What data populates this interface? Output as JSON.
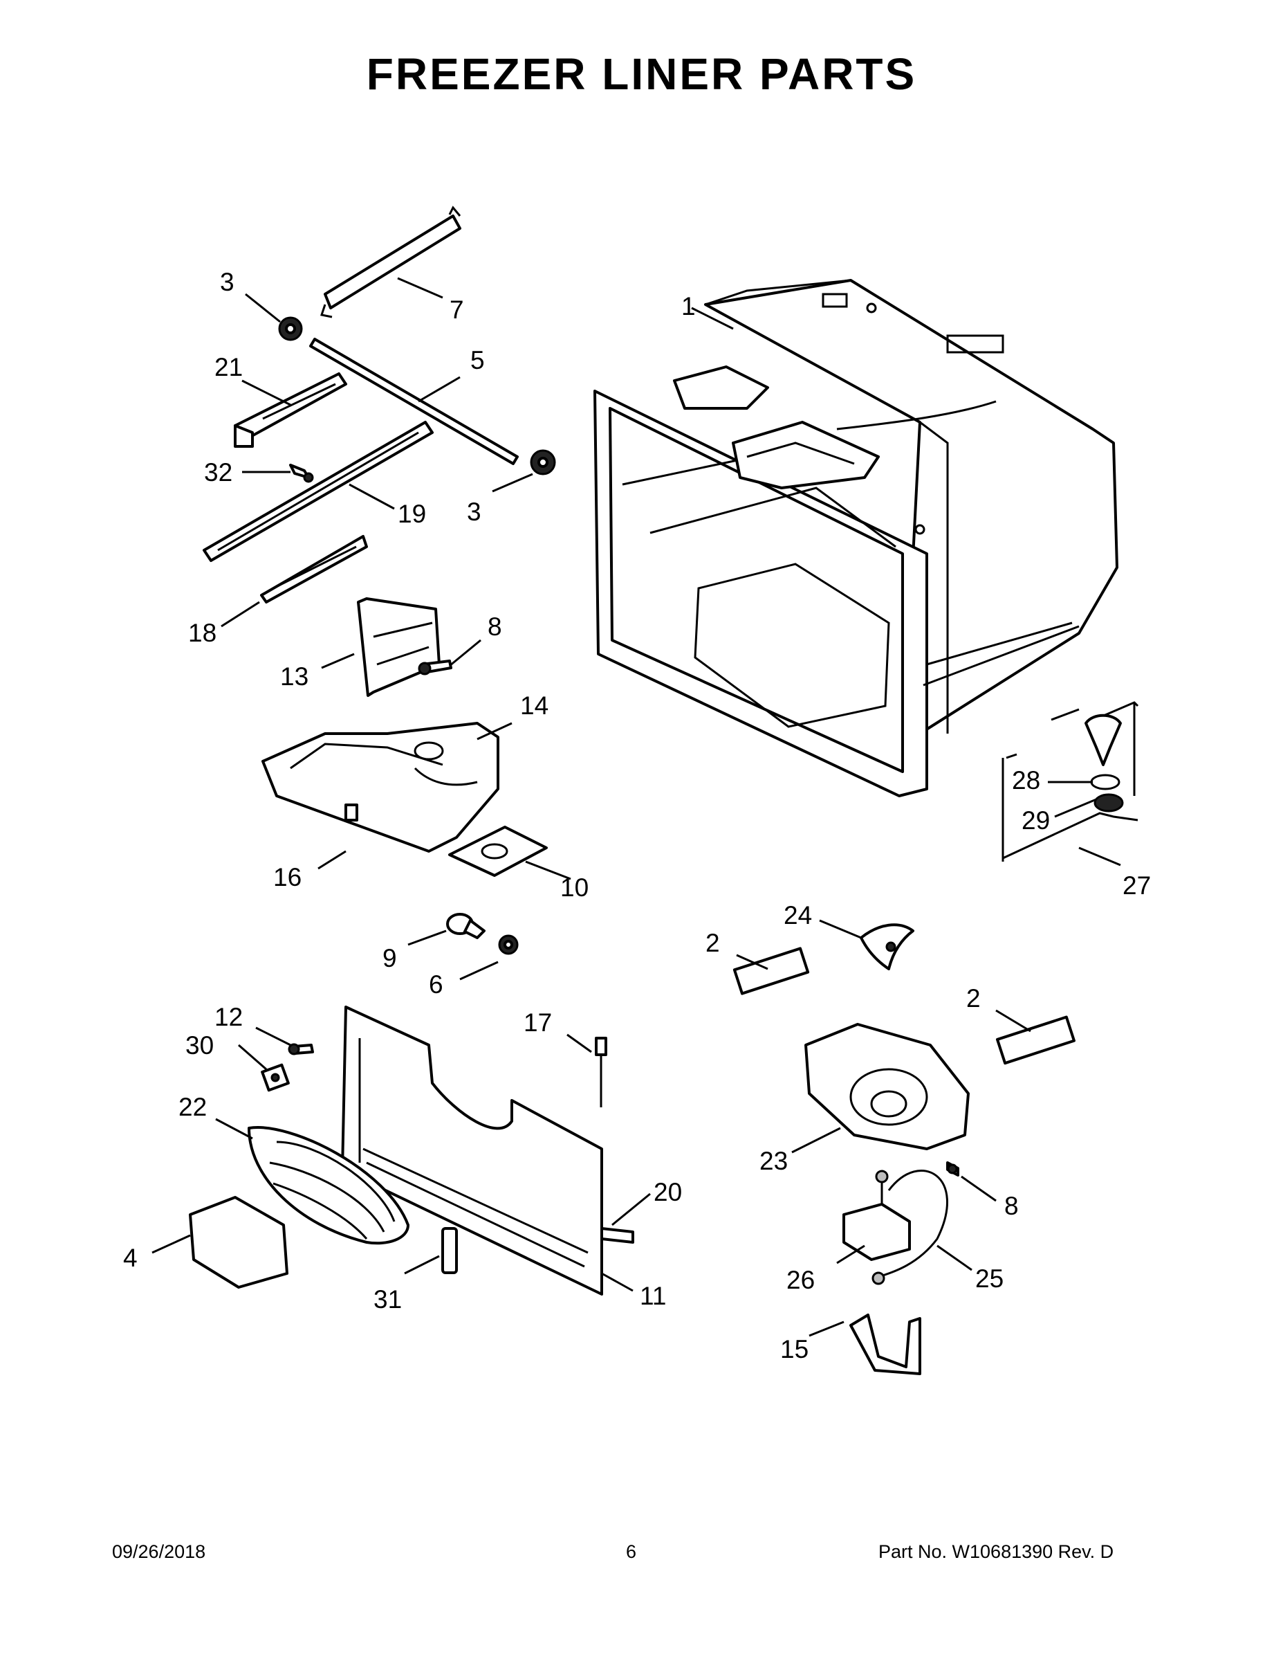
{
  "title": "FREEZER LINER PARTS",
  "callouts": [
    {
      "id": "c1",
      "label": "1"
    },
    {
      "id": "c2a",
      "label": "2"
    },
    {
      "id": "c2b",
      "label": "2"
    },
    {
      "id": "c3a",
      "label": "3"
    },
    {
      "id": "c3b",
      "label": "3"
    },
    {
      "id": "c4",
      "label": "4"
    },
    {
      "id": "c5",
      "label": "5"
    },
    {
      "id": "c6",
      "label": "6"
    },
    {
      "id": "c7",
      "label": "7"
    },
    {
      "id": "c8a",
      "label": "8"
    },
    {
      "id": "c8b",
      "label": "8"
    },
    {
      "id": "c9",
      "label": "9"
    },
    {
      "id": "c10",
      "label": "10"
    },
    {
      "id": "c11",
      "label": "11"
    },
    {
      "id": "c12",
      "label": "12"
    },
    {
      "id": "c13",
      "label": "13"
    },
    {
      "id": "c14",
      "label": "14"
    },
    {
      "id": "c15",
      "label": "15"
    },
    {
      "id": "c16",
      "label": "16"
    },
    {
      "id": "c17",
      "label": "17"
    },
    {
      "id": "c18",
      "label": "18"
    },
    {
      "id": "c19",
      "label": "19"
    },
    {
      "id": "c20",
      "label": "20"
    },
    {
      "id": "c21",
      "label": "21"
    },
    {
      "id": "c22",
      "label": "22"
    },
    {
      "id": "c23",
      "label": "23"
    },
    {
      "id": "c24",
      "label": "24"
    },
    {
      "id": "c25",
      "label": "25"
    },
    {
      "id": "c26",
      "label": "26"
    },
    {
      "id": "c27",
      "label": "27"
    },
    {
      "id": "c28",
      "label": "28"
    },
    {
      "id": "c29",
      "label": "29"
    },
    {
      "id": "c30",
      "label": "30"
    },
    {
      "id": "c31",
      "label": "31"
    },
    {
      "id": "c32",
      "label": "32"
    }
  ],
  "footer": {
    "date": "09/26/2018",
    "page_number": "6",
    "part_no": "Part No.  W10681390  Rev.  D"
  }
}
